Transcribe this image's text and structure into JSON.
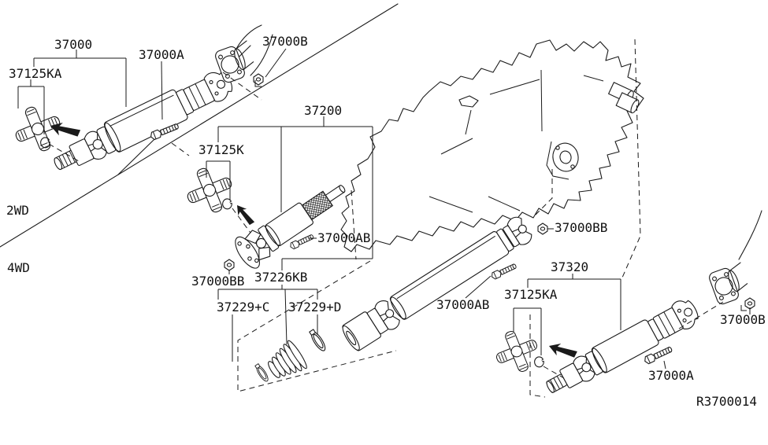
{
  "diagram": {
    "ref_code": "R3700014",
    "sections": {
      "top_left": "2WD",
      "bottom": "4WD"
    },
    "labels": {
      "shaft_2wd": "37000",
      "joint_kit_2wd": "37125KA",
      "bolt_2wd": "37000A",
      "flange_2wd": "37000B",
      "shaft_front_4wd": "37200",
      "joint_kit_front": "37125K",
      "bolt_front": "37000AB",
      "nut_front": "37000BB",
      "boot_kit": "37226KB",
      "clamp_c": "37229+C",
      "clamp_d": "37229+D",
      "nut_rear": "37000BB",
      "shaft_rear_4wd": "37320",
      "joint_kit_rear": "37125KA",
      "bolt_center": "37000AB",
      "flange_rear": "37000B",
      "bolt_rear": "37000A"
    },
    "colors": {
      "background": "#ffffff",
      "line": "#1a1a1a"
    }
  }
}
